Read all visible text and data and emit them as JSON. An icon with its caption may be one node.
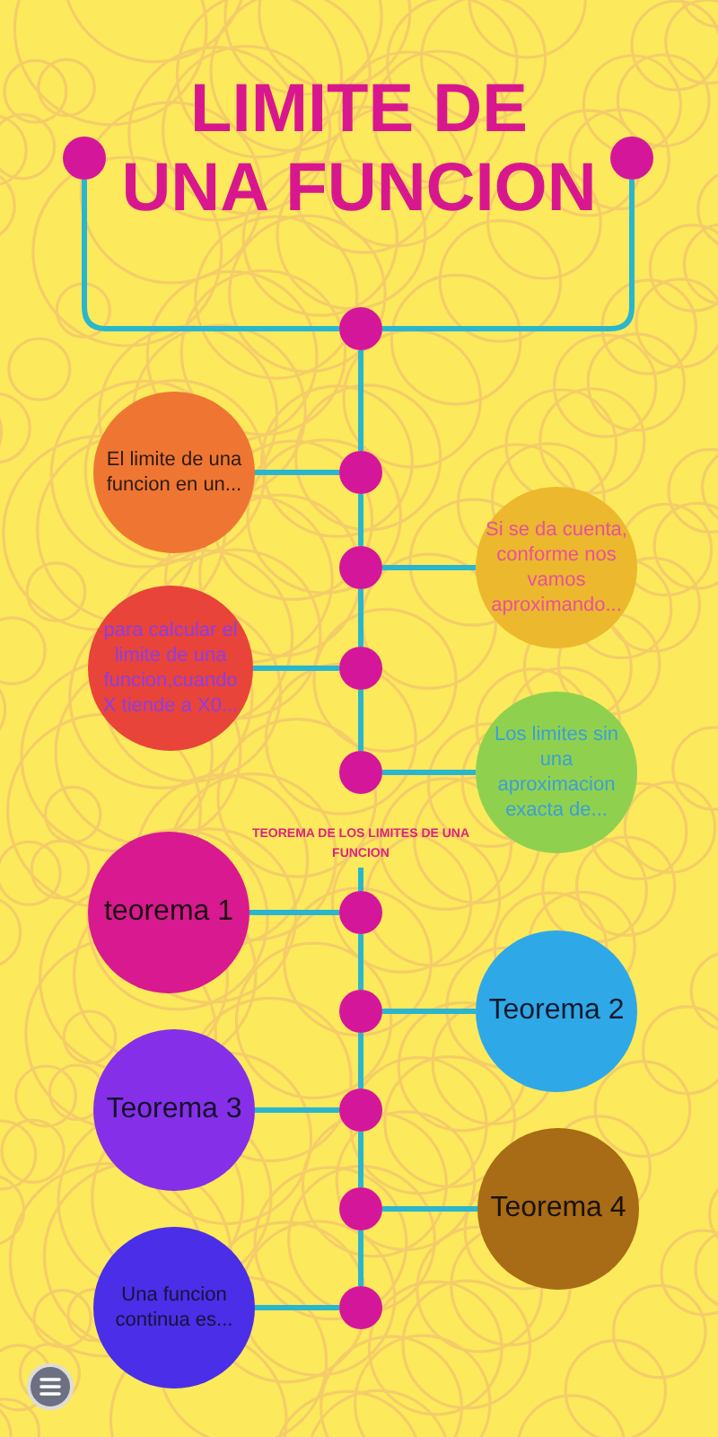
{
  "diagram": {
    "title": "LIMITE DE UNA FUNCION",
    "nodes": [
      {
        "text": [],
        "shape": "circle"
      },
      {
        "text": [],
        "shape": "circle"
      },
      {
        "text": [],
        "shape": "circle"
      },
      {
        "text": [
          "El limite de una funcion en un..."
        ]
      },
      {
        "text": [],
        "shape": "circle"
      },
      {
        "text": [
          "Si se da cuenta, conforme nos vamos aproximando..."
        ]
      },
      {
        "text": [],
        "shape": "circle"
      },
      {
        "text": [
          "para calcular el limite de una funcion,cuando X tiende a X0..."
        ]
      },
      {
        "text": [],
        "shape": "circle"
      },
      {
        "text": [
          "Los limites sin una aproximacion exacta de..."
        ]
      },
      {
        "text": [],
        "shape": "circle"
      },
      {
        "text": [
          "TEOREMA DE LOS LIMITES DE UNA FUNCION"
        ]
      },
      {
        "text": [
          "teorema 1"
        ]
      },
      {
        "text": [],
        "shape": "circle"
      },
      {
        "text": [
          "Teorema 2"
        ]
      },
      {
        "text": [],
        "shape": "circle"
      },
      {
        "text": [
          "Teorema 3"
        ]
      },
      {
        "text": [],
        "shape": "circle"
      },
      {
        "text": [
          "Teorema 4"
        ]
      },
      {
        "text": [],
        "shape": "circle"
      },
      {
        "text": [
          "Una funcion continua es..."
        ]
      },
      {
        "text": [],
        "shape": "circle"
      }
    ],
    "edges": [
      {
        "from": 0,
        "to": 2,
        "arrow": "none"
      },
      {
        "from": 1,
        "to": 2,
        "arrow": "none"
      },
      {
        "from": 2,
        "to": 4,
        "arrow": "none"
      },
      {
        "from": 3,
        "to": 4,
        "arrow": "none"
      },
      {
        "from": 4,
        "to": 6,
        "arrow": "none"
      },
      {
        "from": 5,
        "to": 6,
        "arrow": "none"
      },
      {
        "from": 6,
        "to": 8,
        "arrow": "none"
      },
      {
        "from": 7,
        "to": 8,
        "arrow": "none"
      },
      {
        "from": 8,
        "to": 10,
        "arrow": "none"
      },
      {
        "from": 9,
        "to": 10,
        "arrow": "none"
      },
      {
        "from": 11,
        "to": 13,
        "arrow": "none"
      },
      {
        "from": 12,
        "to": 13,
        "arrow": "none"
      },
      {
        "from": 13,
        "to": 15,
        "arrow": "none"
      },
      {
        "from": 14,
        "to": 15,
        "arrow": "none"
      },
      {
        "from": 15,
        "to": 17,
        "arrow": "none"
      },
      {
        "from": 16,
        "to": 17,
        "arrow": "none"
      },
      {
        "from": 17,
        "to": 19,
        "arrow": "none"
      },
      {
        "from": 18,
        "to": 19,
        "arrow": "none"
      },
      {
        "from": 19,
        "to": 21,
        "arrow": "none"
      },
      {
        "from": 20,
        "to": 21,
        "arrow": "none"
      }
    ]
  }
}
